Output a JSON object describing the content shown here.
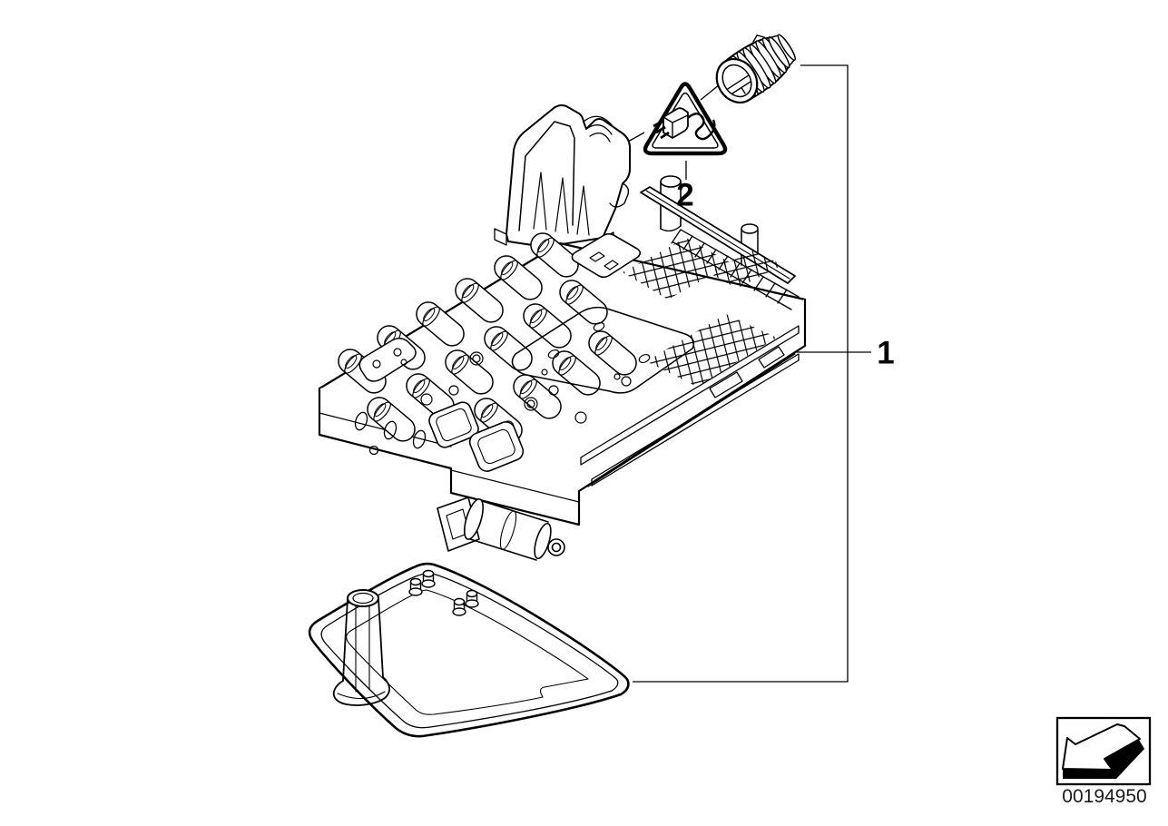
{
  "diagram": {
    "background_color": "#ffffff",
    "line_color": "#000000",
    "callouts": [
      {
        "label": "1"
      },
      {
        "label": "2"
      }
    ],
    "part_number": "00194950",
    "warning_triangle": {
      "icon": "electrical-plug-icon"
    },
    "stamp": {
      "icon": "direction-arrow-icon"
    }
  }
}
